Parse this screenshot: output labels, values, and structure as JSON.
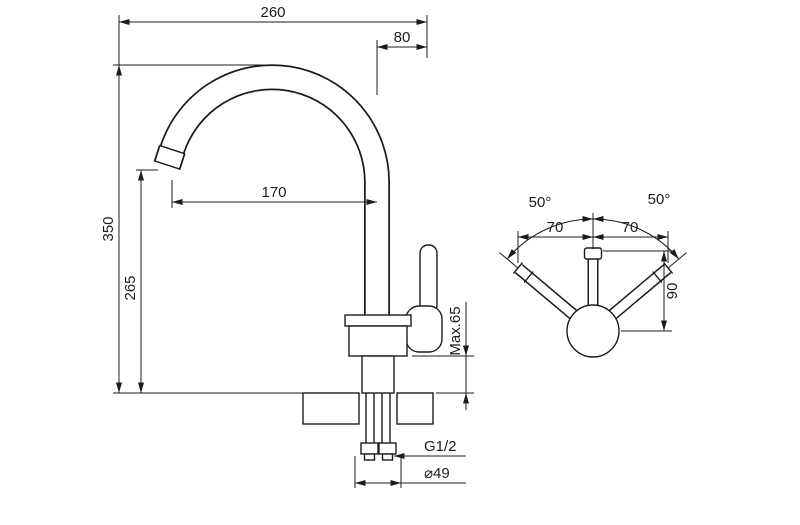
{
  "drawing_title": "faucet-installation-drawing",
  "colors": {
    "background": "#ffffff",
    "line": "#1c1c1c"
  },
  "side_view": {
    "total_reach": "260",
    "handle_offset": "80",
    "spout_reach": "170",
    "total_height": "350",
    "spout_height": "265",
    "max_deck_thickness": "Max.65",
    "hose_thread": "G1/2",
    "base_diameter": "⌀49"
  },
  "top_view": {
    "swing_left": "50°",
    "swing_right": "50°",
    "lever_span_left": "70",
    "lever_span_right": "70",
    "lever_length": "90"
  }
}
